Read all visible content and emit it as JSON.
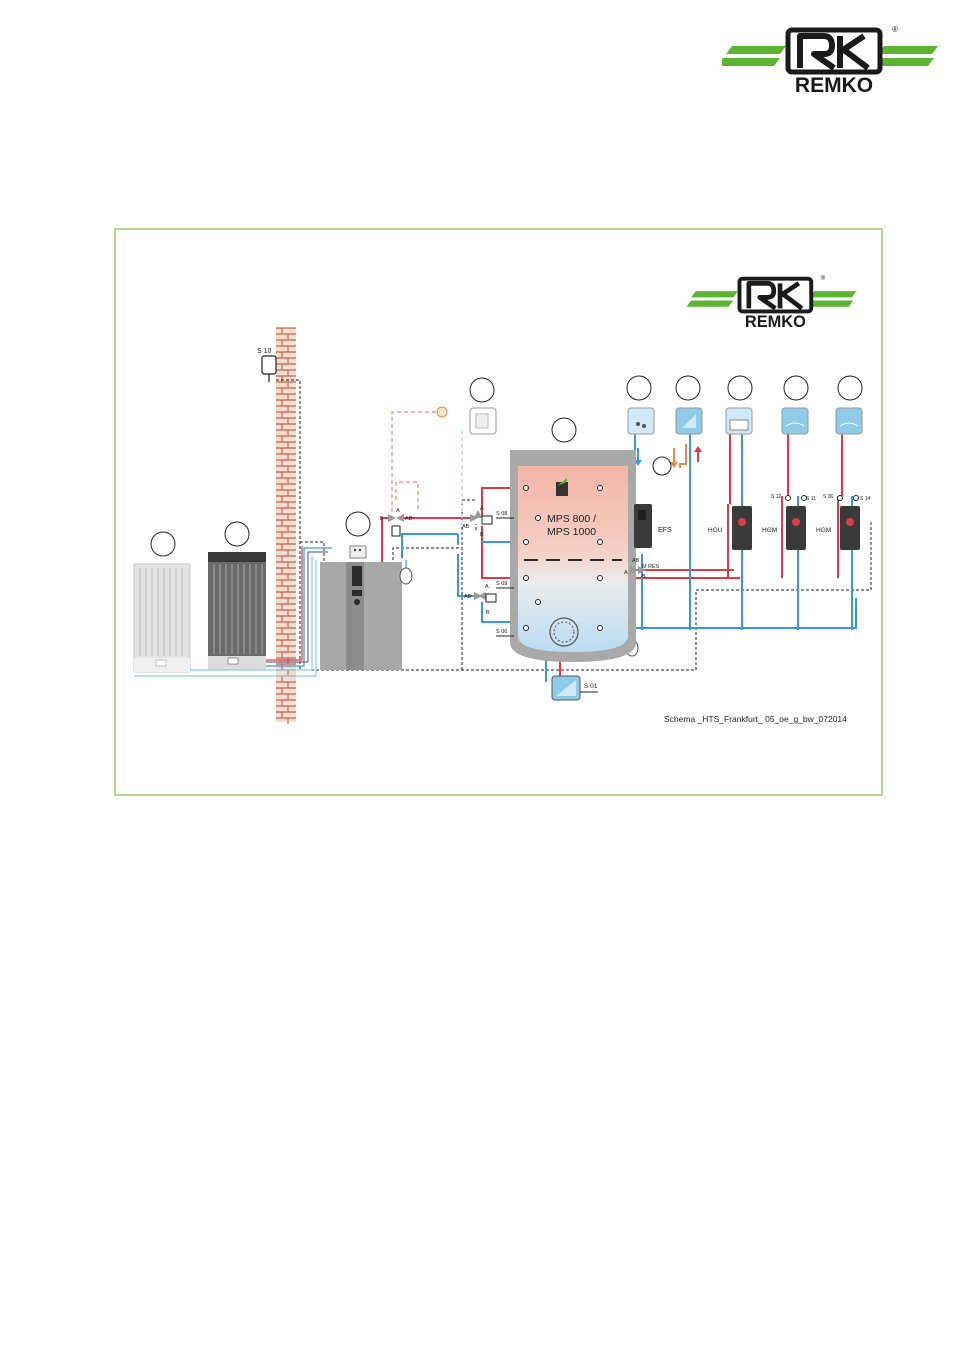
{
  "brand": {
    "name": "REMKO",
    "registered_mark": "®"
  },
  "colors": {
    "brand_green": "#5cb531",
    "brand_dark": "#1a1a1a",
    "frame_green": "#b6d88a",
    "pipe_hot": "#e03a44",
    "pipe_cold": "#3a9ad9",
    "pipe_return_light": "#8ecbe8",
    "control_line": "#222222",
    "tank_top": "#f2b5a7",
    "tank_bottom": "#b9dcf3",
    "tank_shell": "#a9a9a9",
    "indoor_unit": "#9b9b9b",
    "dark_unit": "#3a3a3a",
    "brick": "#c0694a"
  },
  "scheme": {
    "storage_tank": {
      "label_line1": "MPS 800 /",
      "label_line2": "MPS 1000"
    },
    "sensors": {
      "outdoor": "S 10",
      "tank_top": "S 08",
      "tank_mid": "S 09",
      "tank_bottom": "S 06",
      "solar": "S 01",
      "circuit_1": "S 12",
      "circuit_2": "S 11",
      "circuit_3": "S 36",
      "circuit_4": "S 14"
    },
    "modules": {
      "fresh_water": "EFS",
      "unmixed_circuit": "HGU",
      "mixed_circuit_1": "HGM",
      "mixed_circuit_2": "HGM"
    },
    "valve_ports": {
      "a": "A",
      "b": "B",
      "ab": "AB",
      "res": "RES",
      "m": "M"
    },
    "caption": "Schema _HTS_Frankfurt_ 05_oe_g_bw_072014"
  }
}
